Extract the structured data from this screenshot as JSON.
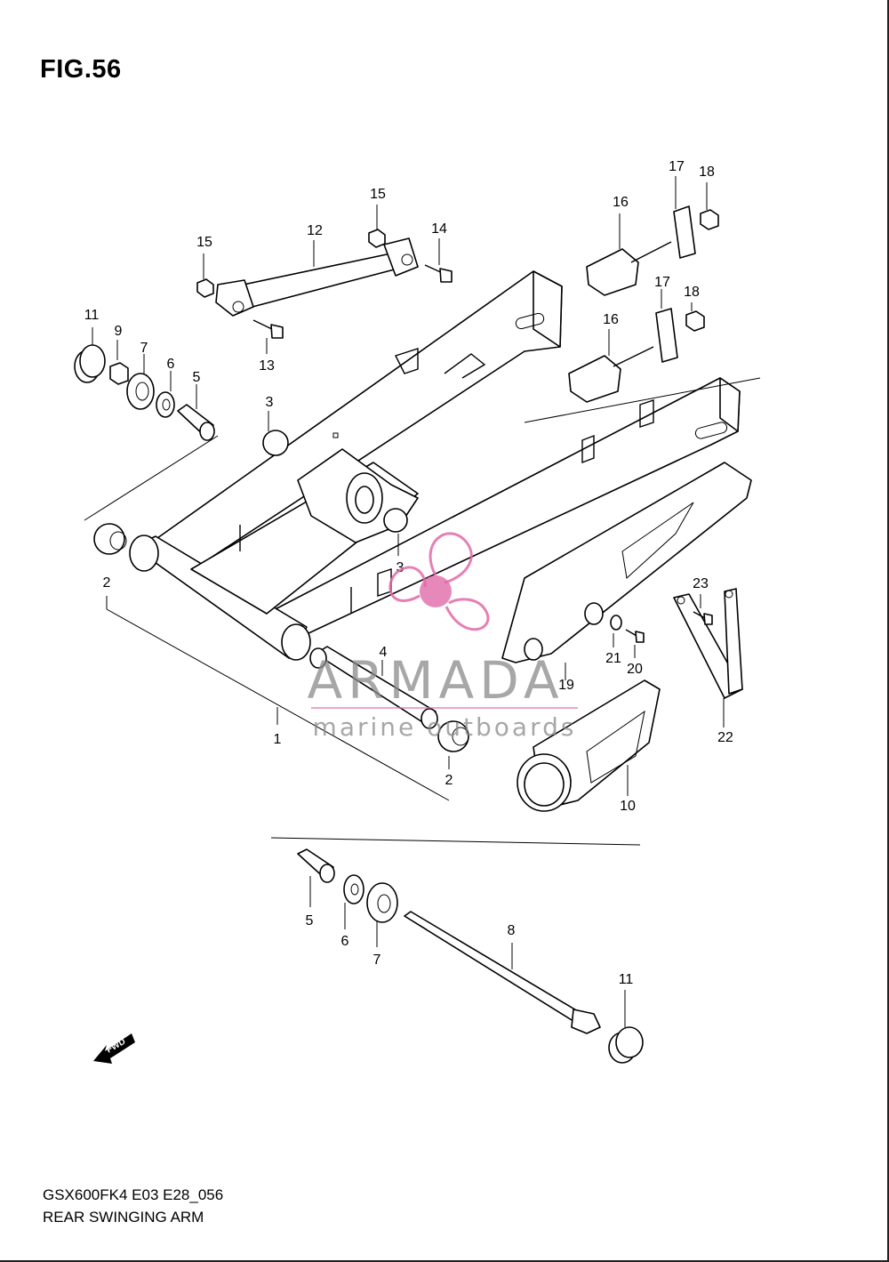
{
  "figure": {
    "title": "FIG.56"
  },
  "caption": {
    "model": "GSX600FK4 E03 E28_056",
    "name": "REAR SWINGING ARM"
  },
  "watermark": {
    "brand": "ARMADA",
    "tagline": "marine outboards",
    "logo_color": "#e06aa8"
  },
  "direction_marker": {
    "label": "FWD"
  },
  "callouts": {
    "c1": "1",
    "c2a": "2",
    "c2b": "2",
    "c3a": "3",
    "c3b": "3",
    "c4": "4",
    "c5a": "5",
    "c5b": "5",
    "c6a": "6",
    "c6b": "6",
    "c7a": "7",
    "c7b": "7",
    "c8": "8",
    "c9": "9",
    "c10": "10",
    "c11a": "11",
    "c11b": "11",
    "c12": "12",
    "c13": "13",
    "c14": "14",
    "c15a": "15",
    "c15b": "15",
    "c16a": "16",
    "c16b": "16",
    "c17a": "17",
    "c17b": "17",
    "c18a": "18",
    "c18b": "18",
    "c19": "19",
    "c20": "20",
    "c21": "21",
    "c22": "22",
    "c23": "23"
  }
}
